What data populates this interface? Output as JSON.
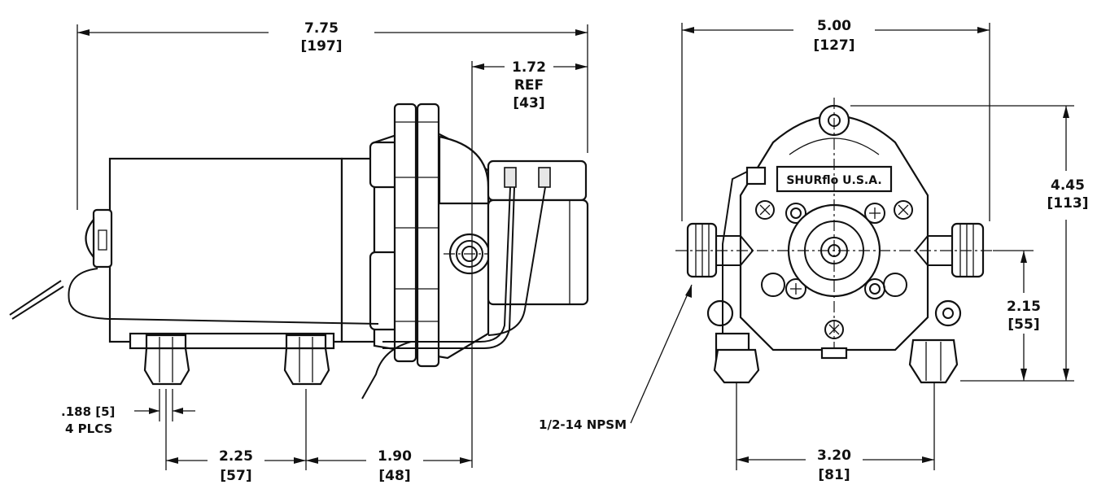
{
  "dimensions": {
    "overall_length": {
      "value": "7.75",
      "metric": "[197]"
    },
    "ref_length": {
      "value": "1.72",
      "note": "REF",
      "metric": "[43]"
    },
    "overall_width": {
      "value": "5.00",
      "metric": "[127]"
    },
    "overall_height": {
      "value": "4.45",
      "metric": "[113]"
    },
    "port_height": {
      "value": "2.15",
      "metric": "[55]"
    },
    "mount_spacing_side": {
      "value": "2.25",
      "metric": "[57]"
    },
    "mount_to_head": {
      "value": "1.90",
      "metric": "[48]"
    },
    "mount_spacing_front": {
      "value": "3.20",
      "metric": "[81]"
    },
    "mount_hole": {
      "value": ".188 [5]",
      "note": "4 PLCS"
    }
  },
  "labels": {
    "port_thread": "1/2-14 NPSM",
    "brand_plate": "SHURflo  U.S.A."
  }
}
